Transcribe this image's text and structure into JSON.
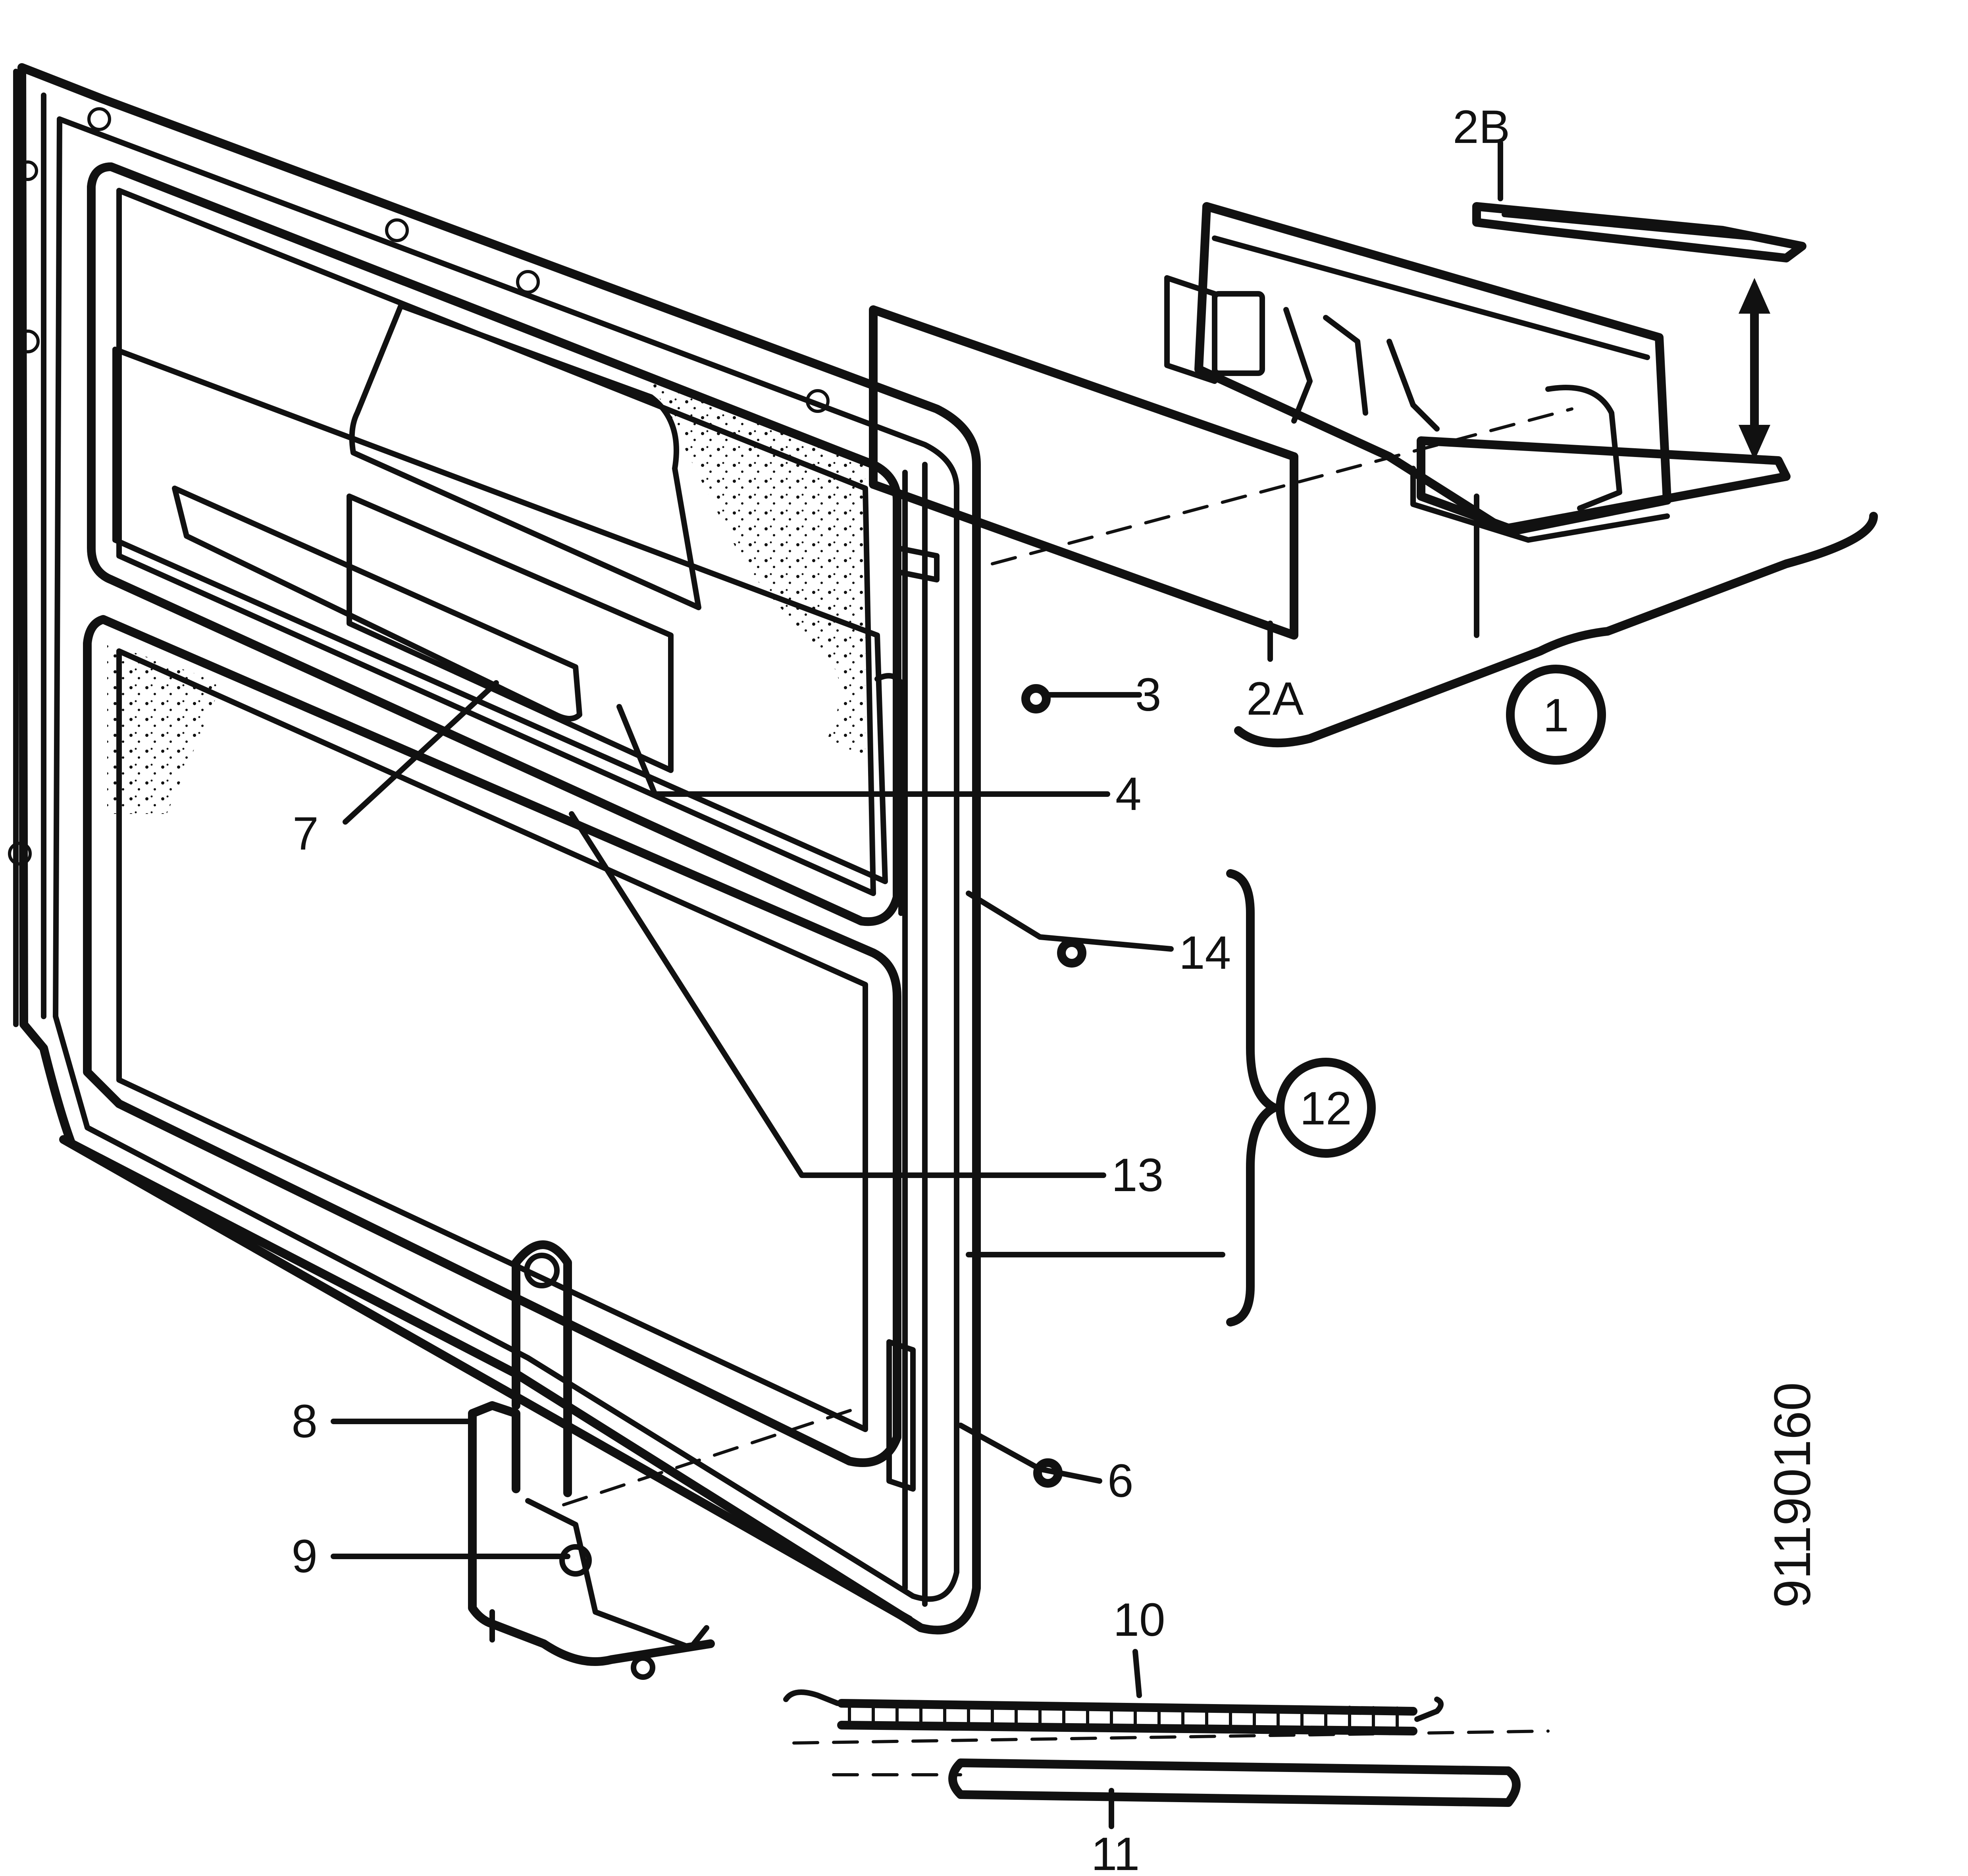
{
  "parts": [
    {
      "id": "p1",
      "label": "1",
      "circled": true
    },
    {
      "id": "p2A",
      "label": "2A",
      "circled": false
    },
    {
      "id": "p2B",
      "label": "2B",
      "circled": false
    },
    {
      "id": "p3",
      "label": "3",
      "circled": false
    },
    {
      "id": "p4",
      "label": "4",
      "circled": false
    },
    {
      "id": "p6",
      "label": "6",
      "circled": false
    },
    {
      "id": "p7",
      "label": "7",
      "circled": false
    },
    {
      "id": "p8",
      "label": "8",
      "circled": false
    },
    {
      "id": "p9",
      "label": "9",
      "circled": false
    },
    {
      "id": "p10",
      "label": "10",
      "circled": false
    },
    {
      "id": "p11",
      "label": "11",
      "circled": false
    },
    {
      "id": "p12",
      "label": "12",
      "circled": true
    },
    {
      "id": "p13",
      "label": "13",
      "circled": false
    },
    {
      "id": "p14",
      "label": "14",
      "circled": false
    }
  ],
  "reference_code": "91190160",
  "colors": {
    "ink": "#111111",
    "paper": "#ffffff"
  }
}
